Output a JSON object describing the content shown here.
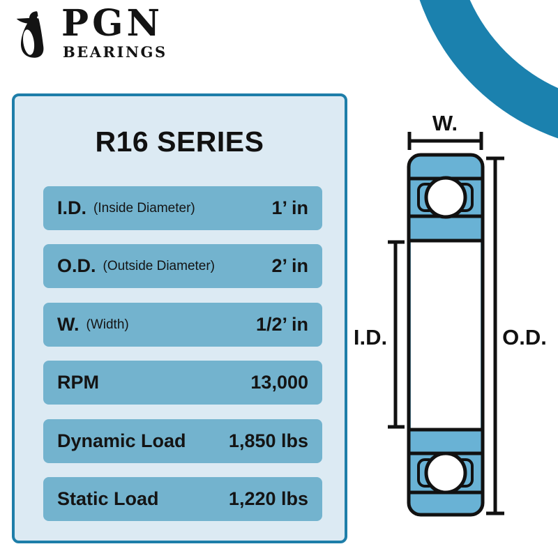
{
  "colors": {
    "row_blue": "#73b3ce",
    "bearing_blue": "#69b2d5",
    "card_bg": "#dceaf3",
    "teal_border": "#1e7ea9",
    "arc_teal": "#1b81ae",
    "ink": "#141414"
  },
  "brand": {
    "name": "PGN",
    "tagline": "BEARINGS",
    "logo_icon": "penguin"
  },
  "spec_card": {
    "title": "R16 SERIES",
    "rows": [
      {
        "label": "I.D.",
        "sublabel": "(Inside Diameter)",
        "value": "1’ in"
      },
      {
        "label": "O.D.",
        "sublabel": "(Outside Diameter)",
        "value": "2’ in"
      },
      {
        "label": "W.",
        "sublabel": "(Width)",
        "value": "1/2’ in"
      },
      {
        "label": "RPM",
        "sublabel": "",
        "value": "13,000"
      },
      {
        "label": "Dynamic Load",
        "sublabel": "",
        "value": "1,850 lbs"
      },
      {
        "label": "Static Load",
        "sublabel": "",
        "value": "1,220 lbs"
      }
    ]
  },
  "diagram": {
    "width_label": "W.",
    "inner_diameter_label": "I.D.",
    "outer_diameter_label": "O.D."
  }
}
